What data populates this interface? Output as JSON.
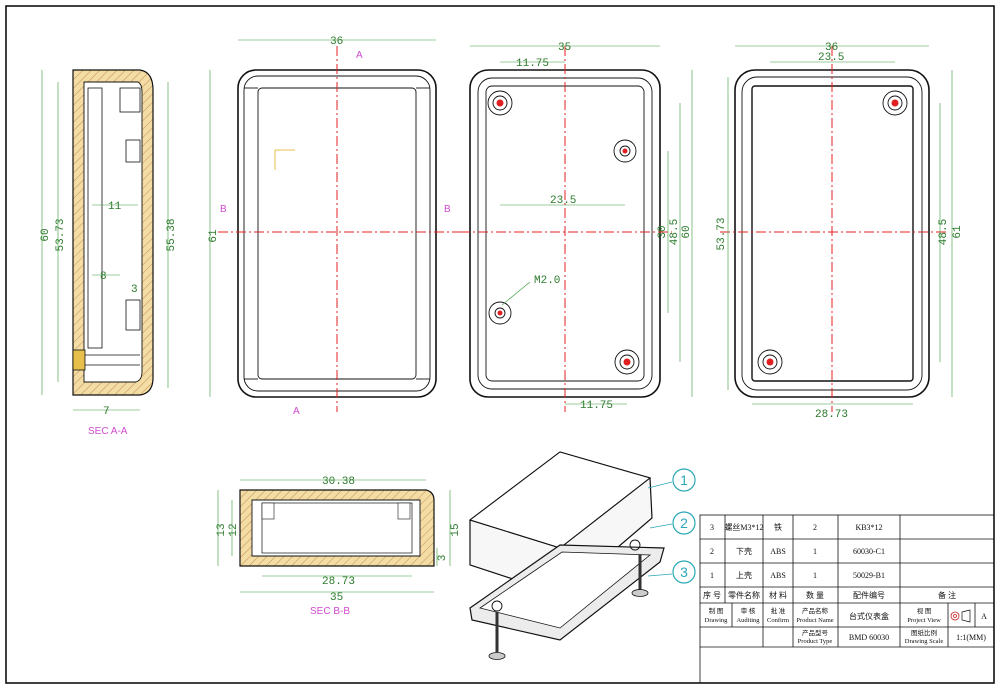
{
  "dims": {
    "front_width": "36",
    "front_height": "61",
    "inner_width": "35",
    "inner_offset_top": "11.75",
    "inner_offset_bottom": "11.75",
    "inner_hole_span": "23.5",
    "inner_h30": "30",
    "inner_h48": "48.5",
    "inner_h60": "60",
    "screw": "M2.0",
    "back_width": "36",
    "back_top": "23.5",
    "back_bottom": "28.73",
    "back_left": "53.73",
    "back_right48": "48.5",
    "back_right61": "61",
    "sec_a_h60": "60",
    "sec_a_h53": "53.73",
    "sec_a_h55": "55.38",
    "sec_a_11": "11",
    "sec_a_8": "8",
    "sec_a_3": "3",
    "sec_a_7": "7",
    "sec_b_top": "30.38",
    "sec_b_bottom": "28.73",
    "sec_b_total": "35",
    "sec_b_13": "13",
    "sec_b_12": "12",
    "sec_b_15": "15",
    "sec_b_3": "3"
  },
  "labels": {
    "sec_a": "SEC A-A",
    "sec_b": "SEC B-B",
    "mark_a": "A",
    "mark_b": "B"
  },
  "balloons": [
    "1",
    "2",
    "3"
  ],
  "parts_table": {
    "rows": [
      {
        "no": "3",
        "name": "螺丝M3*12",
        "material": "铁",
        "qty": "2",
        "code": "KB3*12",
        "note": ""
      },
      {
        "no": "2",
        "name": "下壳",
        "material": "ABS",
        "qty": "1",
        "code": "60030-C1",
        "note": ""
      },
      {
        "no": "1",
        "name": "上壳",
        "material": "ABS",
        "qty": "1",
        "code": "50029-B1",
        "note": ""
      }
    ],
    "header": {
      "no": "序 号",
      "name": "零件名称",
      "material": "材 料",
      "qty": "数 量",
      "code": "配件编号",
      "note": "备 注"
    }
  },
  "title_block": {
    "drawing_cn": "制 图",
    "drawing_en": "Drawing",
    "auditing_cn": "审 核",
    "auditing_en": "Auditing",
    "confirm_cn": "批 准",
    "confirm_en": "Confirm",
    "product_name_cn": "产品名称",
    "product_name_en": "Product Name",
    "product_name_val": "台式仪表盒",
    "project_view_cn": "视 图",
    "project_view_en": "Project View",
    "view_letter": "A",
    "product_type_cn": "产品型号",
    "product_type_en": "Product Type",
    "product_type_val": "BMD 60030",
    "scale_cn": "图纸比例",
    "scale_en": "Drawing Scale",
    "scale_val": "1:1(MM)"
  },
  "colors": {
    "outline": "#111111",
    "centerline": "#e02020",
    "dimension": "#2c7a2c",
    "section": "#d04ad0",
    "balloon": "#2aa7b5",
    "hatch": "#f2d9a0"
  }
}
